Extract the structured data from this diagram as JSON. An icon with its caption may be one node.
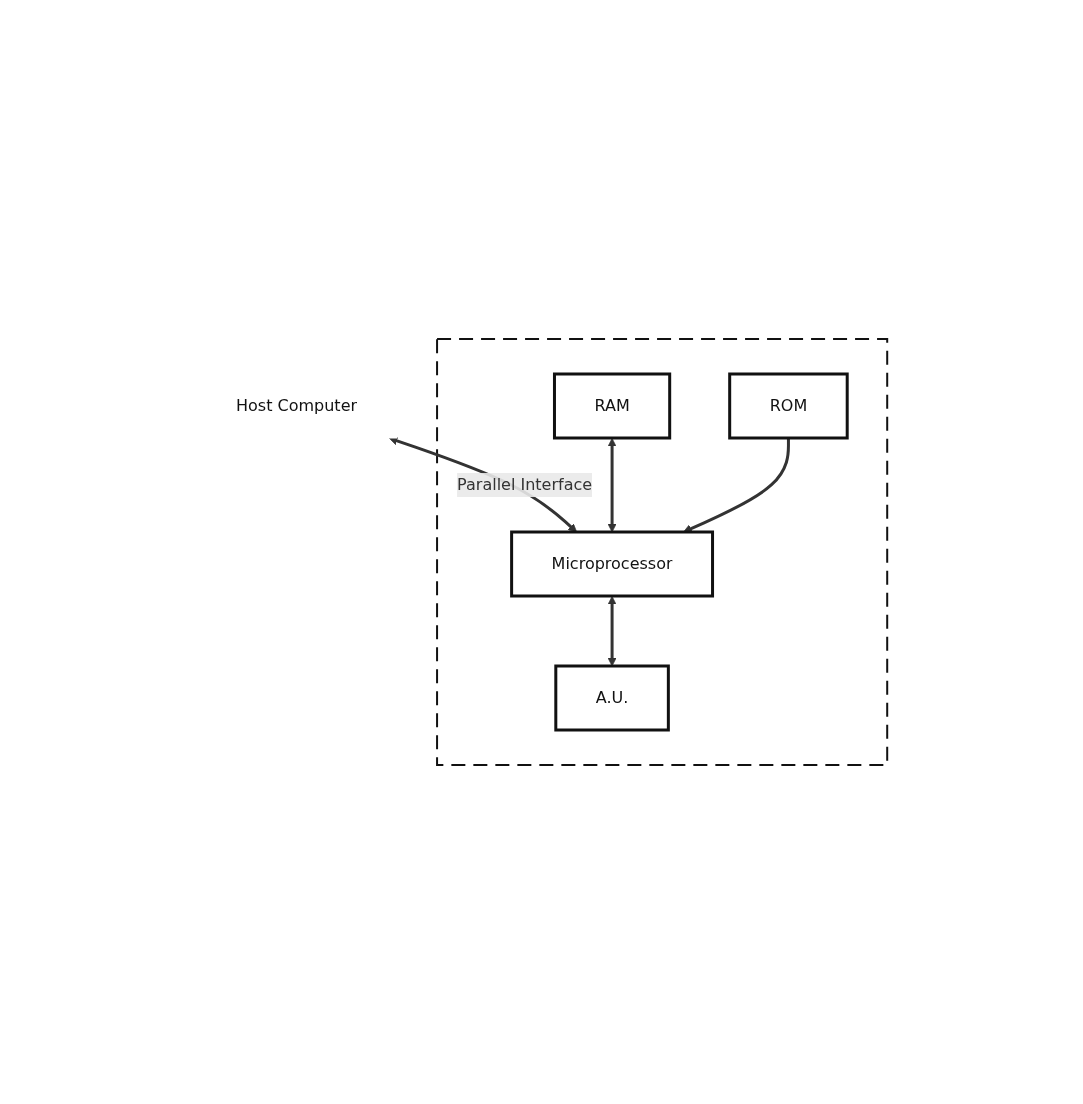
{
  "diagram": {
    "nodes": [
      {
        "text": [
          "Host Computer"
        ]
      },
      {
        "text": [],
        "shape": "box"
      },
      {
        "text": [
          "Microprocessor"
        ],
        "in": 1
      },
      {
        "text": [
          "RAM"
        ],
        "in": 1
      },
      {
        "text": [
          "ROM"
        ],
        "in": 1
      },
      {
        "text": [
          "A.U."
        ],
        "in": 1
      }
    ],
    "edges": [
      {
        "from": 0,
        "to": 2,
        "arrow": "both",
        "label": "Parallel Interface"
      },
      {
        "from": 3,
        "to": 2,
        "arrow": "both"
      },
      {
        "from": 4,
        "to": 2,
        "arrow": "to"
      },
      {
        "from": 2,
        "to": 5,
        "arrow": "both"
      }
    ]
  }
}
